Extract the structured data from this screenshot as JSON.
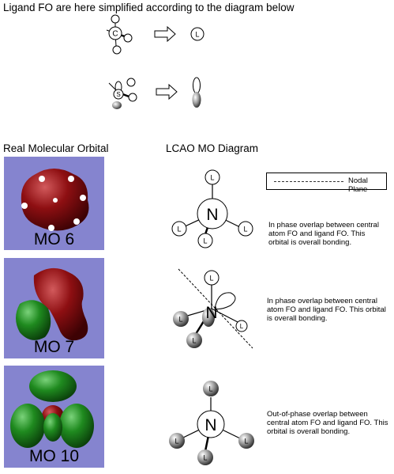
{
  "header": {
    "title": "Ligand FO are here simplified according to the diagram below"
  },
  "simplification": {
    "carbon_symbol": "C",
    "sulfur_symbol": "S",
    "ligand_symbol": "L"
  },
  "real_orbital": {
    "heading": "Real Molecular Orbital",
    "items": [
      {
        "label": "MO 6"
      },
      {
        "label": "MO 7"
      },
      {
        "label": "MO 10"
      }
    ]
  },
  "lcao": {
    "heading": "LCAO MO Diagram",
    "legend": "Nodal Plane",
    "center_symbol": "N",
    "ligand_symbol": "L",
    "descriptions": [
      "In phase overlap between central atom FO and ligand FO. This orbital is overall bonding.",
      "In phase overlap between central atom FO and ligand FO. This orbital is overall bonding.",
      "Out-of-phase overlap between central atom FO and ligand FO. This orbital is overall bonding."
    ]
  },
  "colors": {
    "mo_background": "#8584cf",
    "lobe_red": "#8e0f12",
    "lobe_green": "#1f8a1f"
  }
}
